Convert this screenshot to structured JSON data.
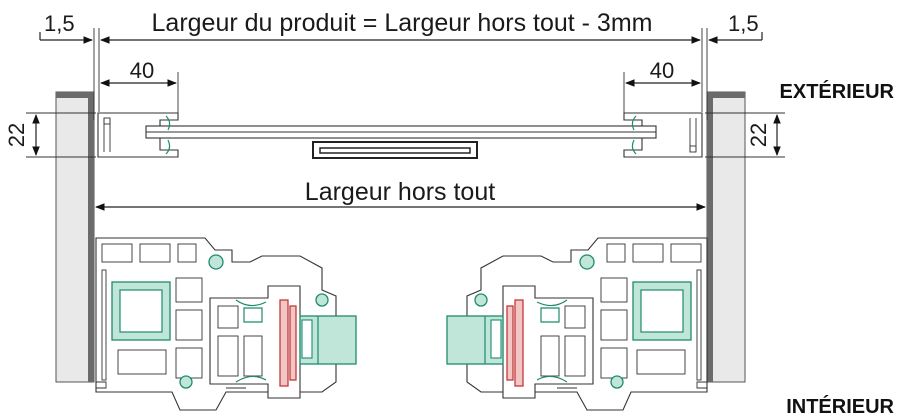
{
  "dimensions": {
    "left_gap": "1,5",
    "right_gap": "1,5",
    "product_width": "Largeur du produit = Largeur hors tout - 3mm",
    "left_depth": "40",
    "right_depth": "40",
    "left_height": "22",
    "right_height": "22",
    "overall_width": "Largeur hors tout"
  },
  "labels": {
    "exterior": "EXTÉRIEUR",
    "interior": "INTÉRIEUR"
  },
  "colors": {
    "wall_cap": "#6b6b6b",
    "seal_green": "#1f8a6e",
    "seal_red": "#c2383a"
  }
}
